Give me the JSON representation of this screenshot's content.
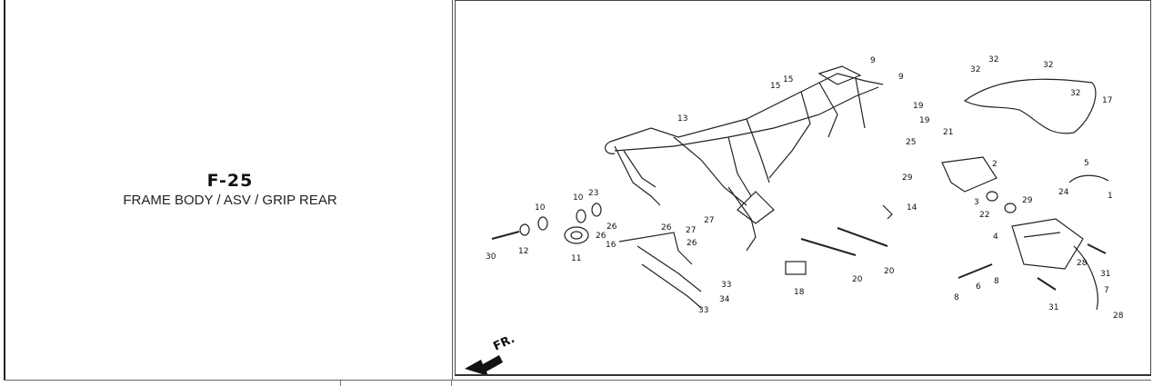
{
  "page": {
    "code": "F-25",
    "title": "FRAME BODY / ASV / GRIP REAR"
  },
  "diagram": {
    "direction_label": "FR.",
    "parts": [
      {
        "id": "p9a",
        "label": "9"
      },
      {
        "id": "p9b",
        "label": "9"
      },
      {
        "id": "p15a",
        "label": "15"
      },
      {
        "id": "p15b",
        "label": "15"
      },
      {
        "id": "p13",
        "label": "13"
      },
      {
        "id": "p32a",
        "label": "32"
      },
      {
        "id": "p32b",
        "label": "32"
      },
      {
        "id": "p32c",
        "label": "32"
      },
      {
        "id": "p32d",
        "label": "32"
      },
      {
        "id": "p17",
        "label": "17"
      },
      {
        "id": "p19a",
        "label": "19"
      },
      {
        "id": "p19b",
        "label": "19"
      },
      {
        "id": "p21",
        "label": "21"
      },
      {
        "id": "p25",
        "label": "25"
      },
      {
        "id": "p2",
        "label": "2"
      },
      {
        "id": "p5",
        "label": "5"
      },
      {
        "id": "p1",
        "label": "1"
      },
      {
        "id": "p24",
        "label": "24"
      },
      {
        "id": "p29a",
        "label": "29"
      },
      {
        "id": "p29b",
        "label": "29"
      },
      {
        "id": "p3",
        "label": "3"
      },
      {
        "id": "p22",
        "label": "22"
      },
      {
        "id": "p14",
        "label": "14"
      },
      {
        "id": "p4",
        "label": "4"
      },
      {
        "id": "p10a",
        "label": "10"
      },
      {
        "id": "p10b",
        "label": "10"
      },
      {
        "id": "p23",
        "label": "23"
      },
      {
        "id": "p27a",
        "label": "27"
      },
      {
        "id": "p27b",
        "label": "27"
      },
      {
        "id": "p26a",
        "label": "26"
      },
      {
        "id": "p26b",
        "label": "26"
      },
      {
        "id": "p26c",
        "label": "26"
      },
      {
        "id": "p26d",
        "label": "26"
      },
      {
        "id": "p16",
        "label": "16"
      },
      {
        "id": "p11",
        "label": "11"
      },
      {
        "id": "p12",
        "label": "12"
      },
      {
        "id": "p30",
        "label": "30"
      },
      {
        "id": "p33a",
        "label": "33"
      },
      {
        "id": "p34",
        "label": "34"
      },
      {
        "id": "p33b",
        "label": "33"
      },
      {
        "id": "p18",
        "label": "18"
      },
      {
        "id": "p20a",
        "label": "20"
      },
      {
        "id": "p20b",
        "label": "20"
      },
      {
        "id": "p31a",
        "label": "31"
      },
      {
        "id": "p31b",
        "label": "31"
      },
      {
        "id": "p28a",
        "label": "28"
      },
      {
        "id": "p28b",
        "label": "28"
      },
      {
        "id": "p7",
        "label": "7"
      },
      {
        "id": "p8a",
        "label": "8"
      },
      {
        "id": "p8b",
        "label": "8"
      },
      {
        "id": "p6",
        "label": "6"
      }
    ]
  }
}
